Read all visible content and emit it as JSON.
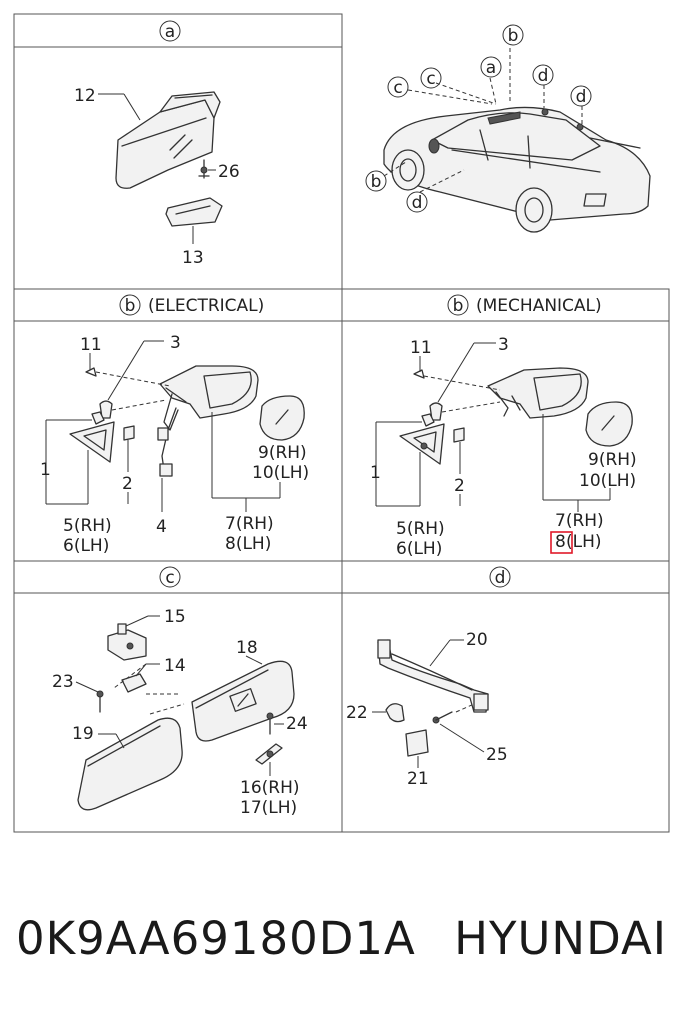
{
  "footer": {
    "part_number": "0K9AA69180D1A",
    "manufacturer": "HYUNDAI"
  },
  "sections": {
    "a": {
      "marker": "a",
      "callouts": [
        "12",
        "26",
        "13"
      ]
    },
    "overview": {
      "markers": [
        "b",
        "a",
        "c",
        "c",
        "d",
        "d",
        "b",
        "d"
      ]
    },
    "b_electrical": {
      "marker": "b",
      "title": "(ELECTRICAL)",
      "callouts": [
        "11",
        "3",
        "1",
        "2",
        "4",
        "9(RH)",
        "10(LH)",
        "7(RH)",
        "8(LH)",
        "5(RH)",
        "6(LH)"
      ]
    },
    "b_mechanical": {
      "marker": "b",
      "title": "(MECHANICAL)",
      "callouts": [
        "11",
        "3",
        "1",
        "2",
        "9(RH)",
        "10(LH)",
        "7(RH)",
        "8",
        "(LH)",
        "5(RH)",
        "6(LH)"
      ],
      "highlighted_callout": "8"
    },
    "c": {
      "marker": "c",
      "callouts": [
        "15",
        "14",
        "18",
        "23",
        "24",
        "19",
        "16(RH)",
        "17(LH)"
      ]
    },
    "d": {
      "marker": "d",
      "callouts": [
        "20",
        "22",
        "25",
        "21"
      ]
    }
  },
  "colors": {
    "highlight": "#e0192a",
    "line": "#333333"
  }
}
